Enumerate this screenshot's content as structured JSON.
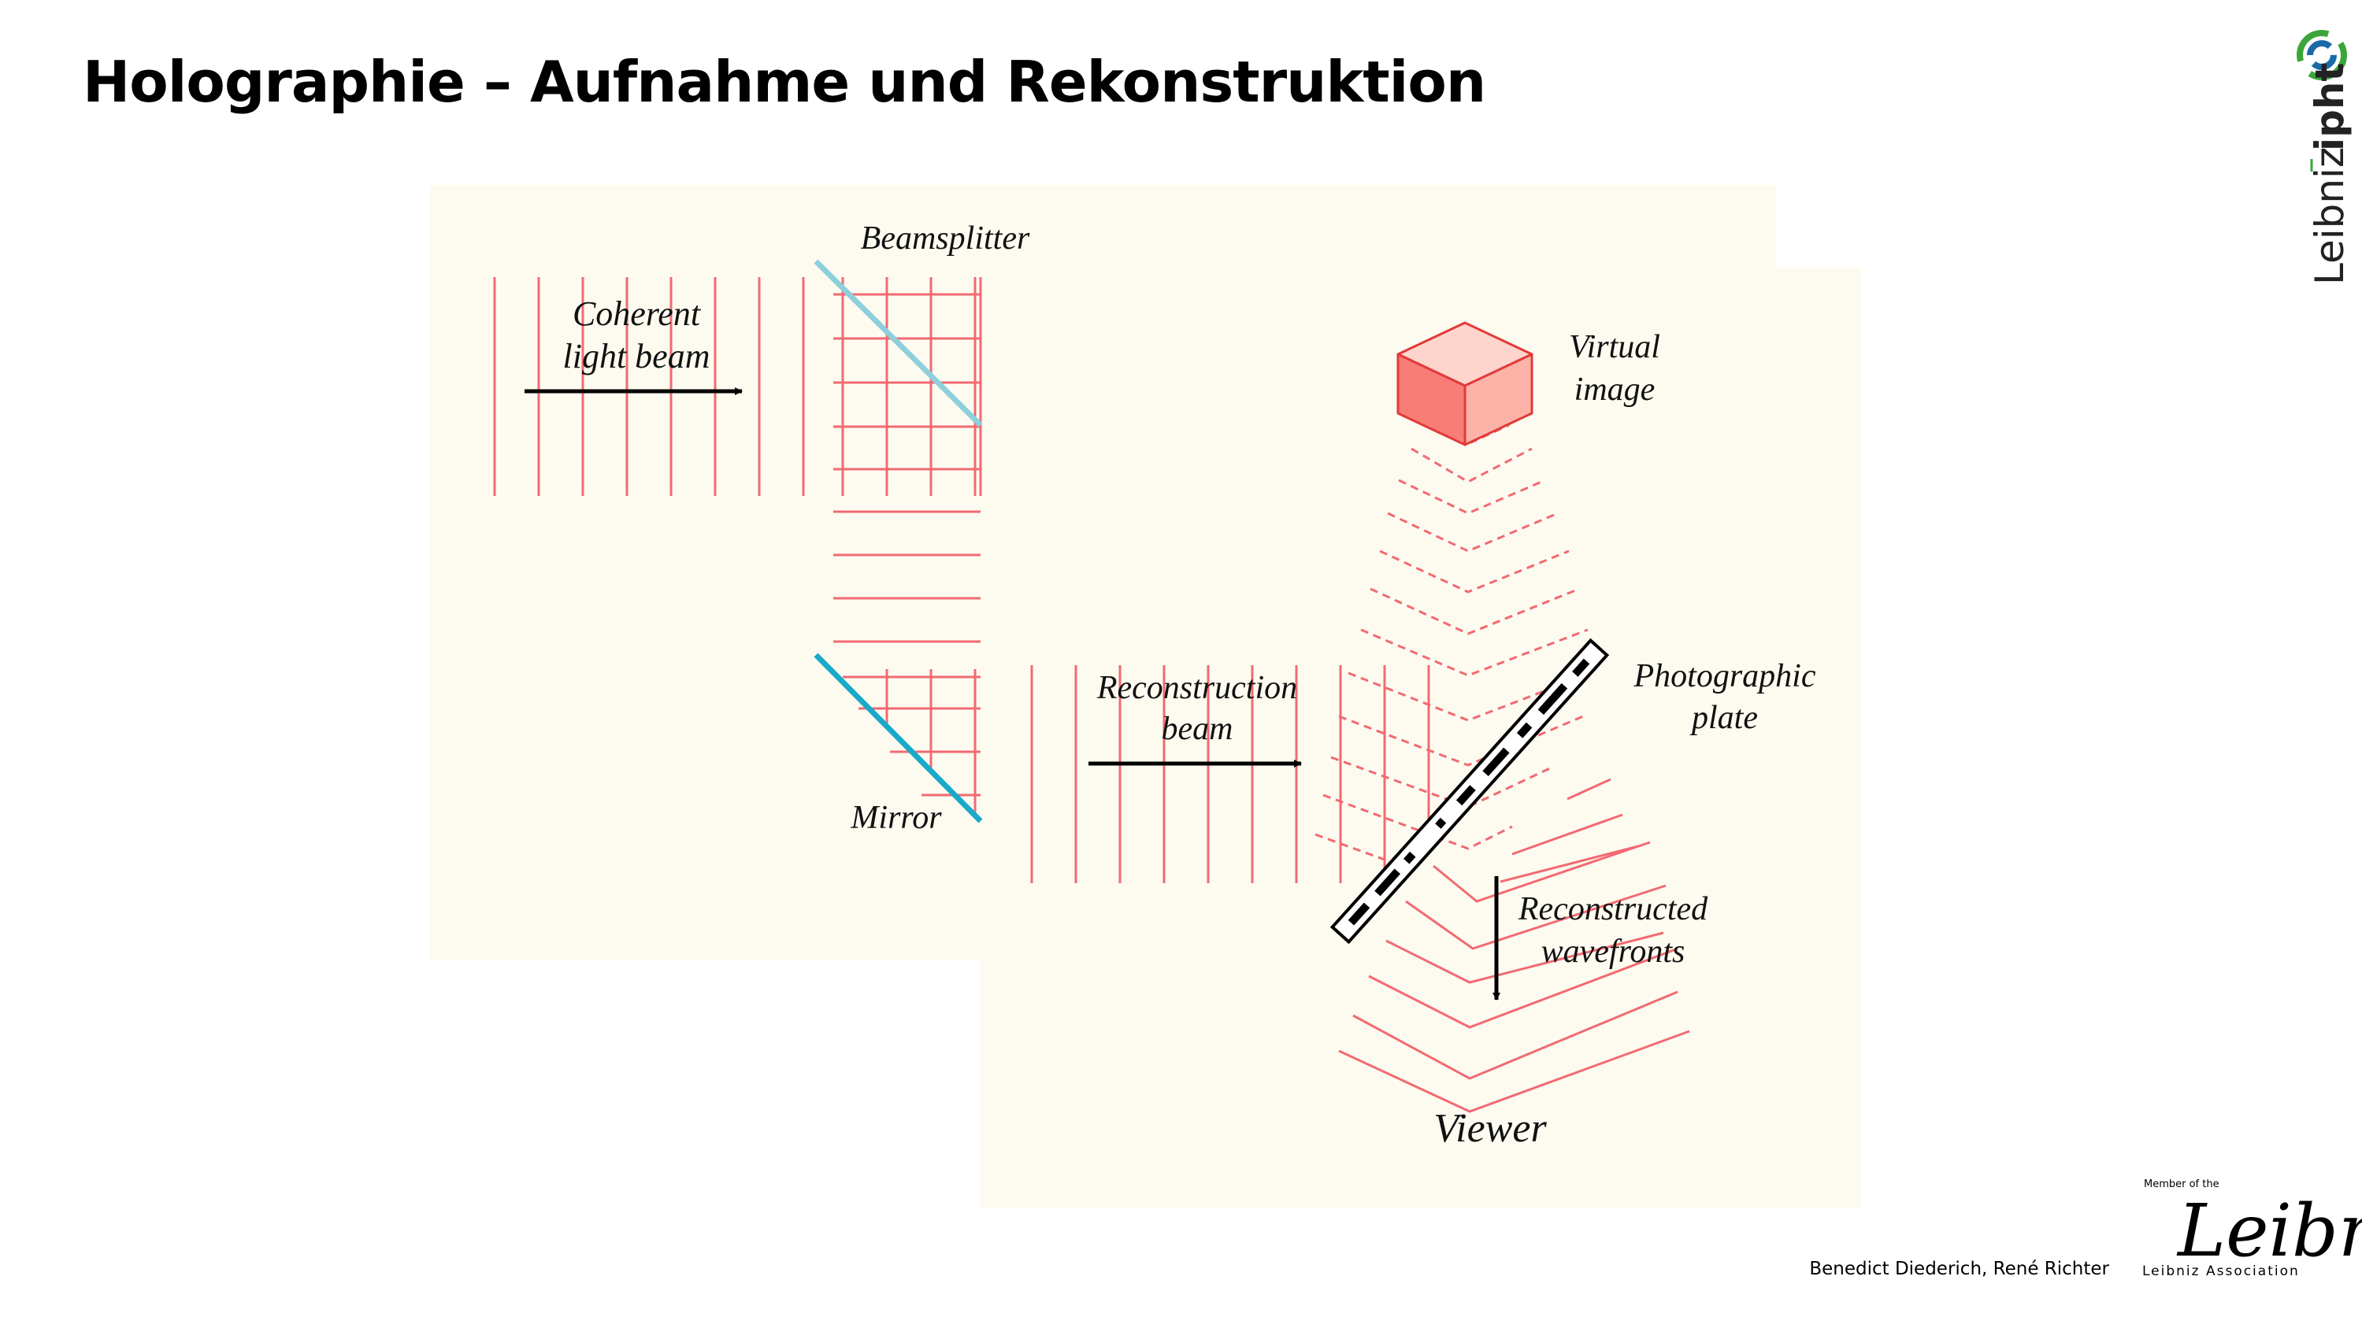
{
  "slide": {
    "title": "Holographie – Aufnahme und Rekonstruktion",
    "footer_authors": "Benedict Diederich, René Richter"
  },
  "diagram": {
    "labels": {
      "beamsplitter": "Beamsplitter",
      "coherent_line1": "Coherent",
      "coherent_line2": "light beam",
      "mirror": "Mirror",
      "virtual_line1": "Virtual",
      "virtual_line2": "image",
      "reconstruction_line1": "Reconstruction",
      "reconstruction_line2": "beam",
      "plate_line1": "Photographic",
      "plate_line2": "plate",
      "wavefronts_line1": "Reconstructed",
      "wavefronts_line2": "wavefronts",
      "viewer": "Viewer"
    },
    "colors": {
      "background": "#fdfbf0",
      "wave": "#f26a72",
      "beamsplitter": "#8dd0dc",
      "mirror": "#19a9c9",
      "cube_front": "#f87d77",
      "cube_side": "#fbb3a8",
      "cube_top": "#fdd5cc"
    }
  },
  "logos": {
    "institute_left": "Leibniz",
    "institute_right": "ipht",
    "member_text": "Member of the",
    "association_script": "Leibniz",
    "association_text": "Leibniz Association"
  }
}
